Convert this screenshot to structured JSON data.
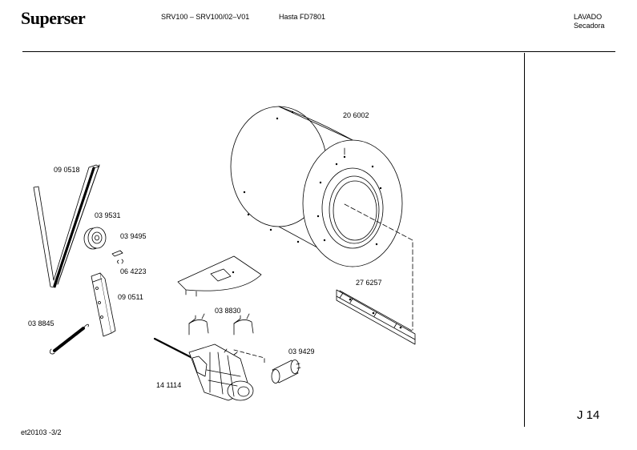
{
  "header": {
    "brand": "Superser",
    "model": "SRV100 – SRV100/02–V01",
    "range": "Hasta FD7801",
    "section": "LAVADO",
    "subsection": "Secadora"
  },
  "parts": [
    {
      "id": "drum",
      "label": "20 6002"
    },
    {
      "id": "belt",
      "label": "09 0518"
    },
    {
      "id": "pulley",
      "label": "03 9531"
    },
    {
      "id": "pin",
      "label": "03 9495"
    },
    {
      "id": "clip",
      "label": "06 4223"
    },
    {
      "id": "bracket",
      "label": "09 0511"
    },
    {
      "id": "spring",
      "label": "03 8845"
    },
    {
      "id": "motor-clamps",
      "label": "03 8830"
    },
    {
      "id": "capacitor",
      "label": "03 9429"
    },
    {
      "id": "motor",
      "label": "14 1114"
    },
    {
      "id": "rail",
      "label": "27 6257"
    }
  ],
  "footer": {
    "doc_code": "et20103   -3/2",
    "page": "J 14"
  }
}
